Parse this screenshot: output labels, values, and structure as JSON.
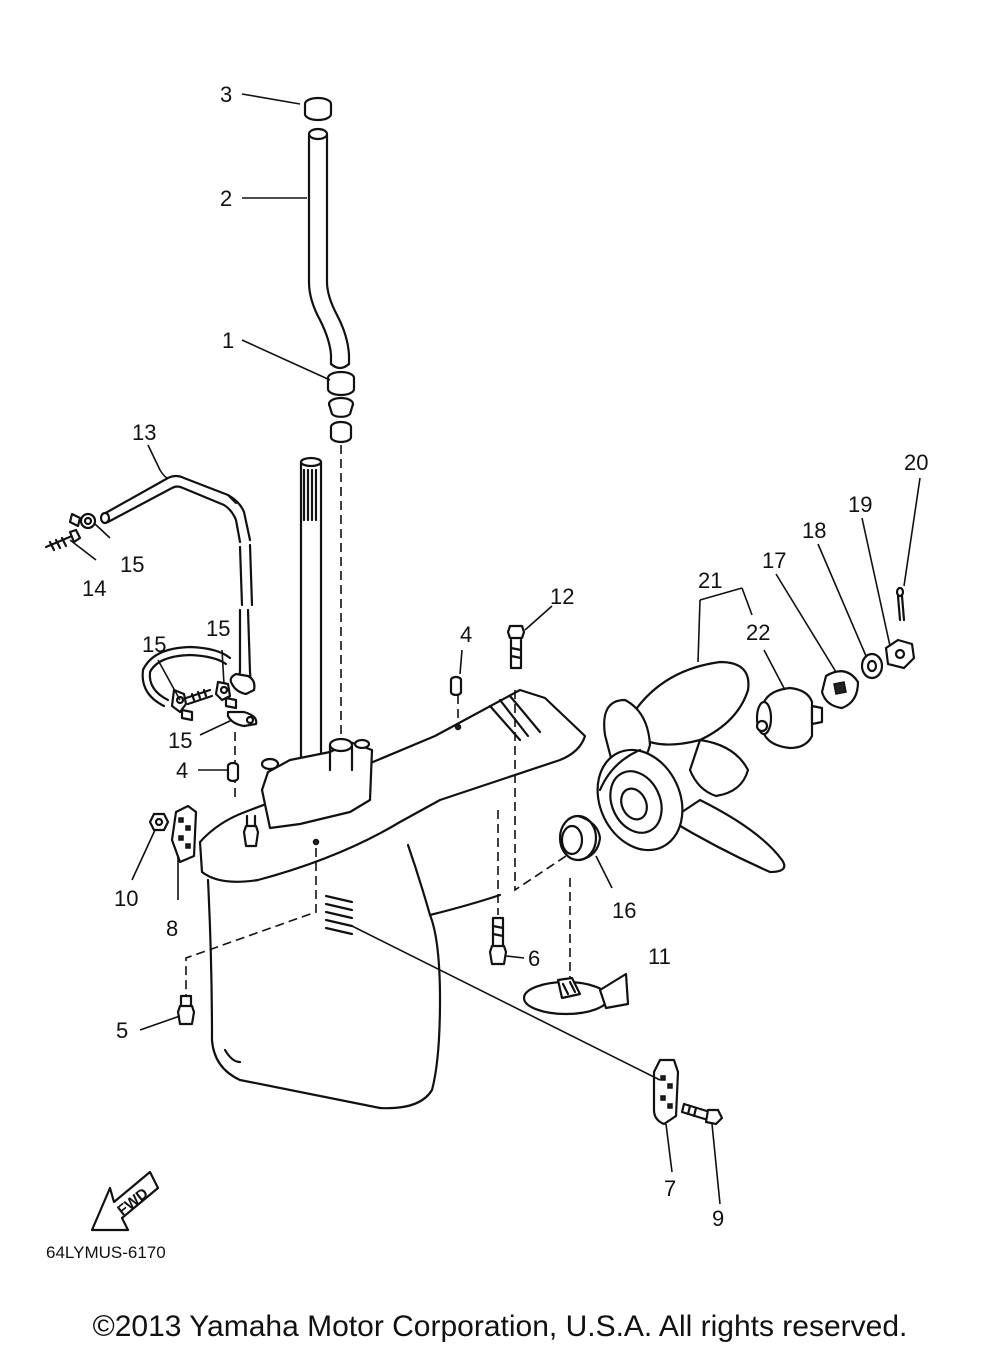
{
  "callouts": {
    "p1": "1",
    "p2": "2",
    "p3": "3",
    "p4a": "4",
    "p4b": "4",
    "p5": "5",
    "p6": "6",
    "p7": "7",
    "p8": "8",
    "p9": "9",
    "p10": "10",
    "p11": "11",
    "p12": "12",
    "p13": "13",
    "p14": "14",
    "p15a": "15",
    "p15b": "15",
    "p15c": "15",
    "p15d": "15",
    "p16": "16",
    "p17": "17",
    "p18": "18",
    "p19": "19",
    "p20": "20",
    "p21": "21",
    "p22": "22"
  },
  "fwd_label": "FWD",
  "diagram_code": "64LYMUS-6170",
  "copyright": "©2013 Yamaha Motor Corporation, U.S.A. All rights reserved."
}
